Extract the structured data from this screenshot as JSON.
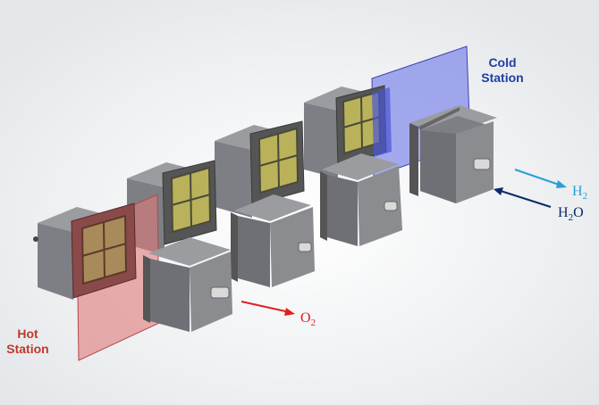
{
  "labels": {
    "hot_station": [
      "Hot",
      "Station"
    ],
    "cold_station": [
      "Cold",
      "Station"
    ]
  },
  "outputs": {
    "oxygen": {
      "element": "O",
      "subscript": "2"
    },
    "hydrogen": {
      "element": "H",
      "subscript": "2"
    },
    "water": {
      "element": "H",
      "subscript": "2",
      "suffix": "O"
    }
  },
  "colors": {
    "hot_label": "#c0392b",
    "cold_label": "#1f3fa0",
    "hot_panel": "#e07a7a",
    "cold_panel": "#6a74e6",
    "o2_arrow": "#e02020",
    "h2_arrow": "#2a9fd8",
    "h2o_arrow": "#0a2a6a",
    "box_front": "#7d7f84",
    "box_top": "#9a9ca0",
    "box_side": "#5f6166",
    "reactor_gold": "#b9b25a"
  }
}
